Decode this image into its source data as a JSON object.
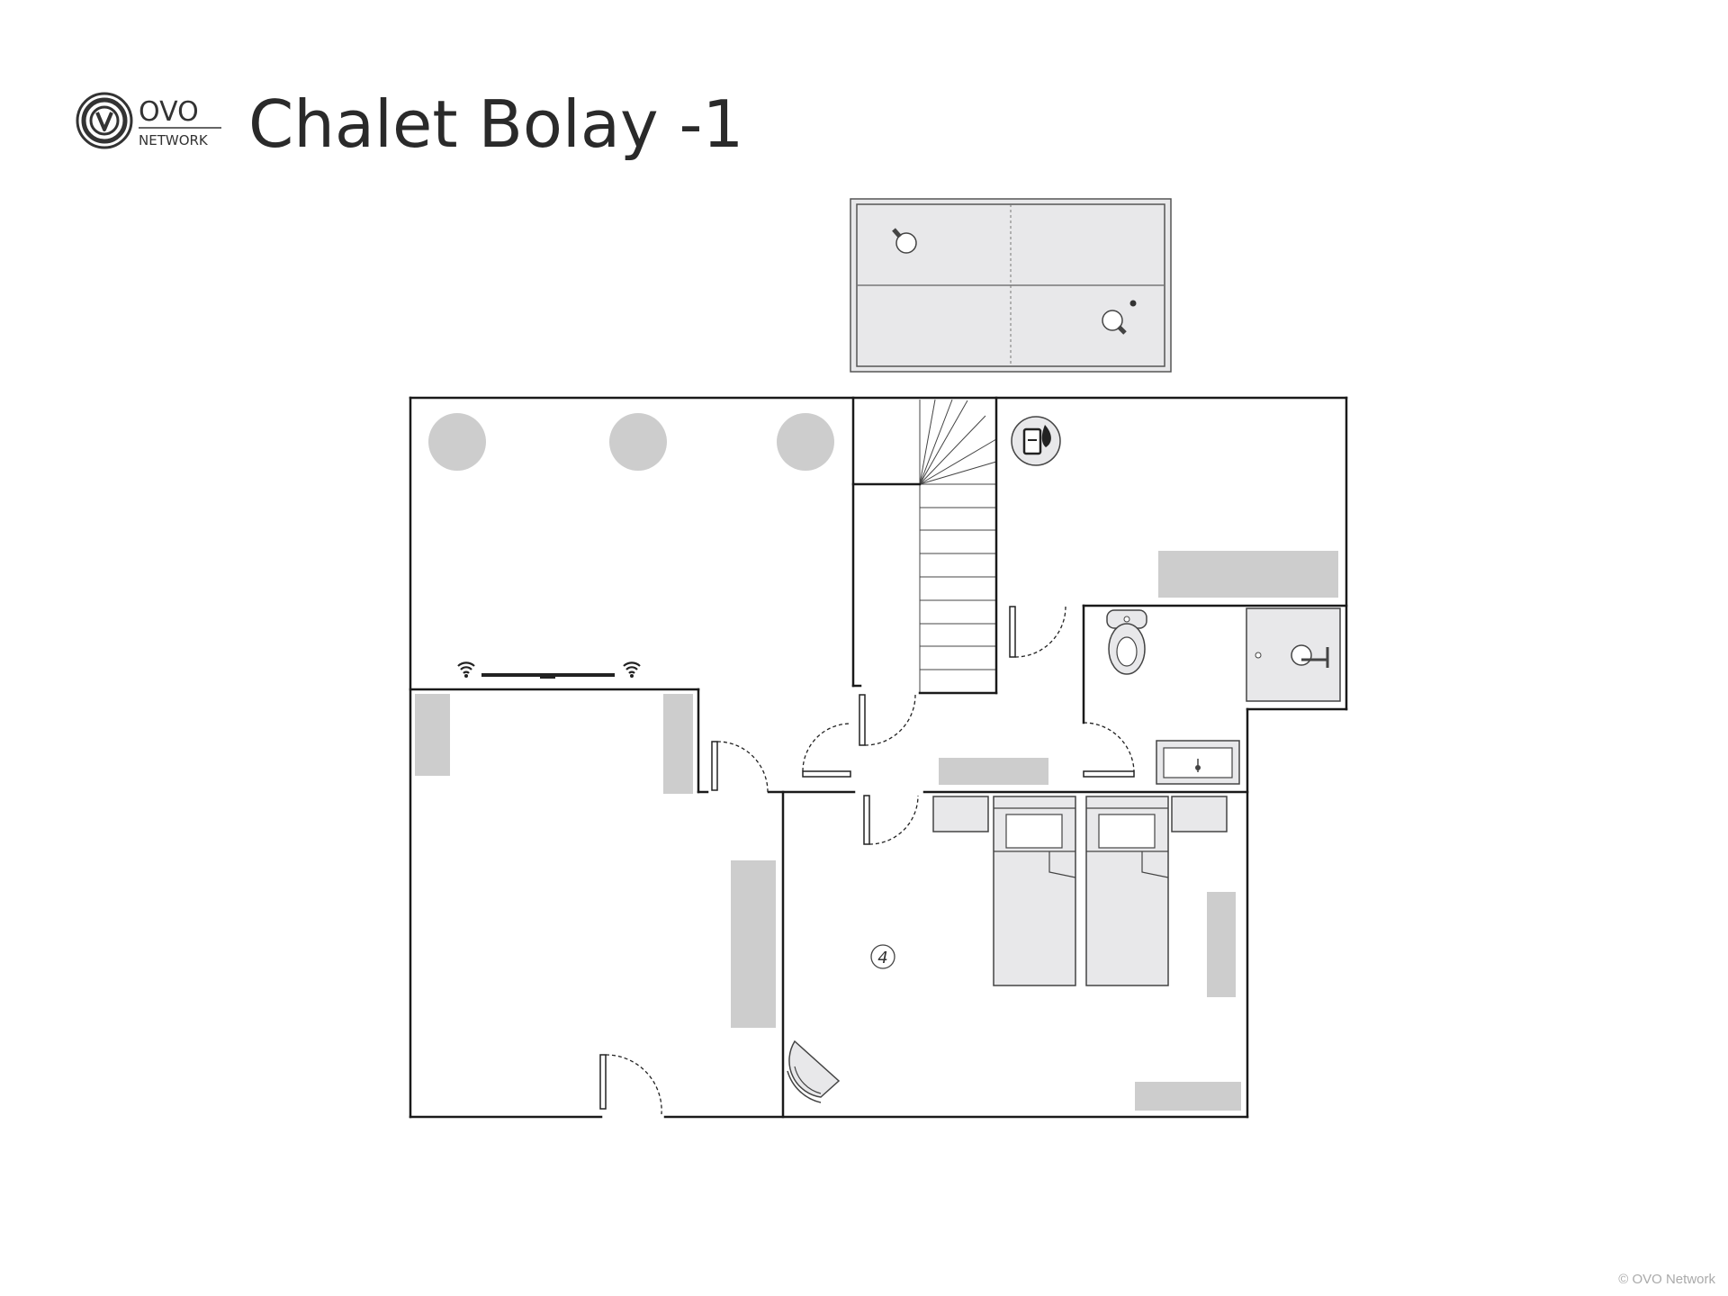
{
  "brand": {
    "name": "OVO",
    "subname": "NETWORK"
  },
  "title": "Chalet Bolay -1",
  "room_marker": "4",
  "copyright": "© OVO Network",
  "icons": [
    "ovo-logo-icon",
    "water-heater-icon",
    "wifi-icon",
    "toilet-icon",
    "shower-icon",
    "sink-icon",
    "stove-icon",
    "bed-icon",
    "stairs-icon",
    "door-icon"
  ],
  "colors": {
    "wall": "#1a1a1a",
    "furniture": "#cdcdcd",
    "fixture_fill": "#e8e8ea",
    "text": "#2a2a2a"
  }
}
